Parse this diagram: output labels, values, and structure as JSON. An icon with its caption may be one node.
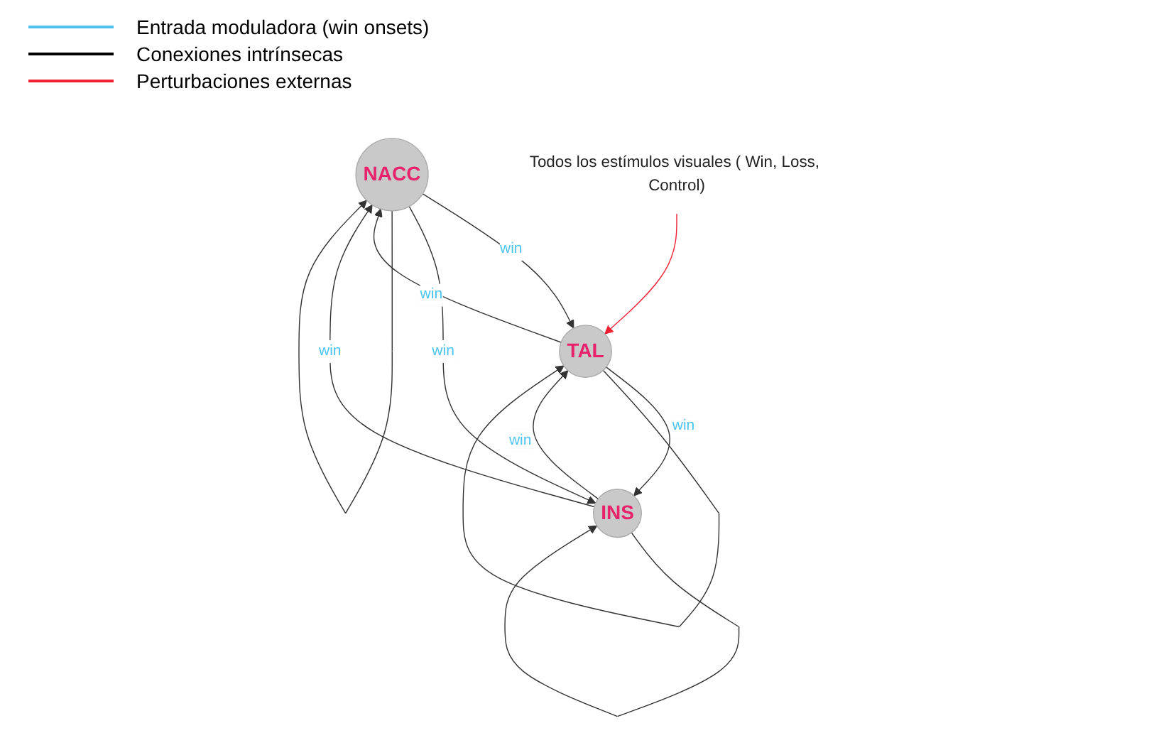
{
  "diagram": {
    "nodes": [
      {
        "text": [
          "NACC"
        ]
      },
      {
        "text": [
          "INS"
        ]
      },
      {
        "text": [
          "TAL"
        ]
      },
      {
        "text": [
          "Todos los estímulos visuales ( Win, Loss, Control)"
        ]
      }
    ],
    "edges": [
      {
        "from": 0,
        "to": 2,
        "arrow": "to",
        "label": "win"
      },
      {
        "from": 2,
        "to": 0,
        "arrow": "to",
        "label": "win"
      },
      {
        "from": 1,
        "to": 2,
        "arrow": "to",
        "label": "win"
      },
      {
        "from": 2,
        "to": 1,
        "arrow": "to",
        "label": "win"
      },
      {
        "from": 0,
        "to": 1,
        "arrow": "to",
        "label": "win"
      },
      {
        "from": 1,
        "to": 0,
        "arrow": "to",
        "label": "win"
      },
      {
        "from": 3,
        "to": 2,
        "arrow": "to",
        "color": "#ee2233"
      },
      {
        "from": 0,
        "to": 0,
        "arrow": "to"
      },
      {
        "from": 1,
        "to": 1,
        "arrow": "to"
      },
      {
        "from": 2,
        "to": 2,
        "arrow": "to"
      }
    ],
    "legend": [
      {
        "text": "Entrada moduladora (win onsets)",
        "color": "#4fc3f0"
      },
      {
        "text": "Conexiones intrínsecas",
        "color": "#000000"
      },
      {
        "text": "Perturbaciones externas",
        "color": "#ee2233"
      }
    ]
  }
}
